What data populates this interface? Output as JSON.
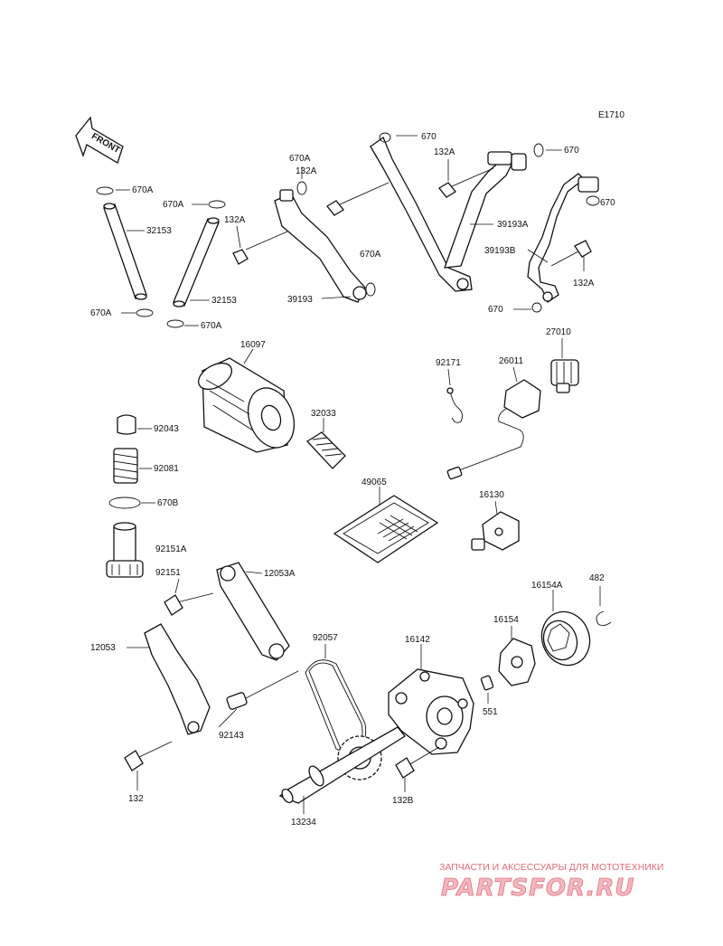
{
  "diagram": {
    "code": "E1710",
    "front_label": "FRONT",
    "labels": {
      "l670A_1": "670A",
      "l670A_2": "670A",
      "l670A_3": "670A",
      "l670A_4": "670A",
      "l670A_5": "670A",
      "l670A_6": "670A",
      "l32153_1": "32153",
      "l32153_2": "32153",
      "l132A_1": "132A",
      "l132A_2": "132A",
      "l132A_3": "132A",
      "l132A_4": "132A",
      "l670_1": "670",
      "l670_2": "670",
      "l670_3": "670",
      "l670_4": "670",
      "l39193": "39193",
      "l39193A": "39193A",
      "l39193B": "39193B",
      "l16097": "16097",
      "l92043": "92043",
      "l92081": "92081",
      "l670B": "670B",
      "l92151A": "92151A",
      "l92151": "92151",
      "l12053A": "12053A",
      "l12053": "12053",
      "l32033": "32033",
      "l49065": "49065",
      "l92171": "92171",
      "l26011": "26011",
      "l27010": "27010",
      "l16130": "16130",
      "l16154A": "16154A",
      "l482": "482",
      "l16154": "16154",
      "l92057": "92057",
      "l16142": "16142",
      "l551": "551",
      "l92143": "92143",
      "l132": "132",
      "l132B": "132B",
      "l13234": "13234"
    }
  },
  "watermark": {
    "tagline": "ЗАПЧАСТИ И АКСЕССУАРЫ ДЛЯ МОТОТЕХНИКИ",
    "brand": "PARTSFOR.RU"
  }
}
